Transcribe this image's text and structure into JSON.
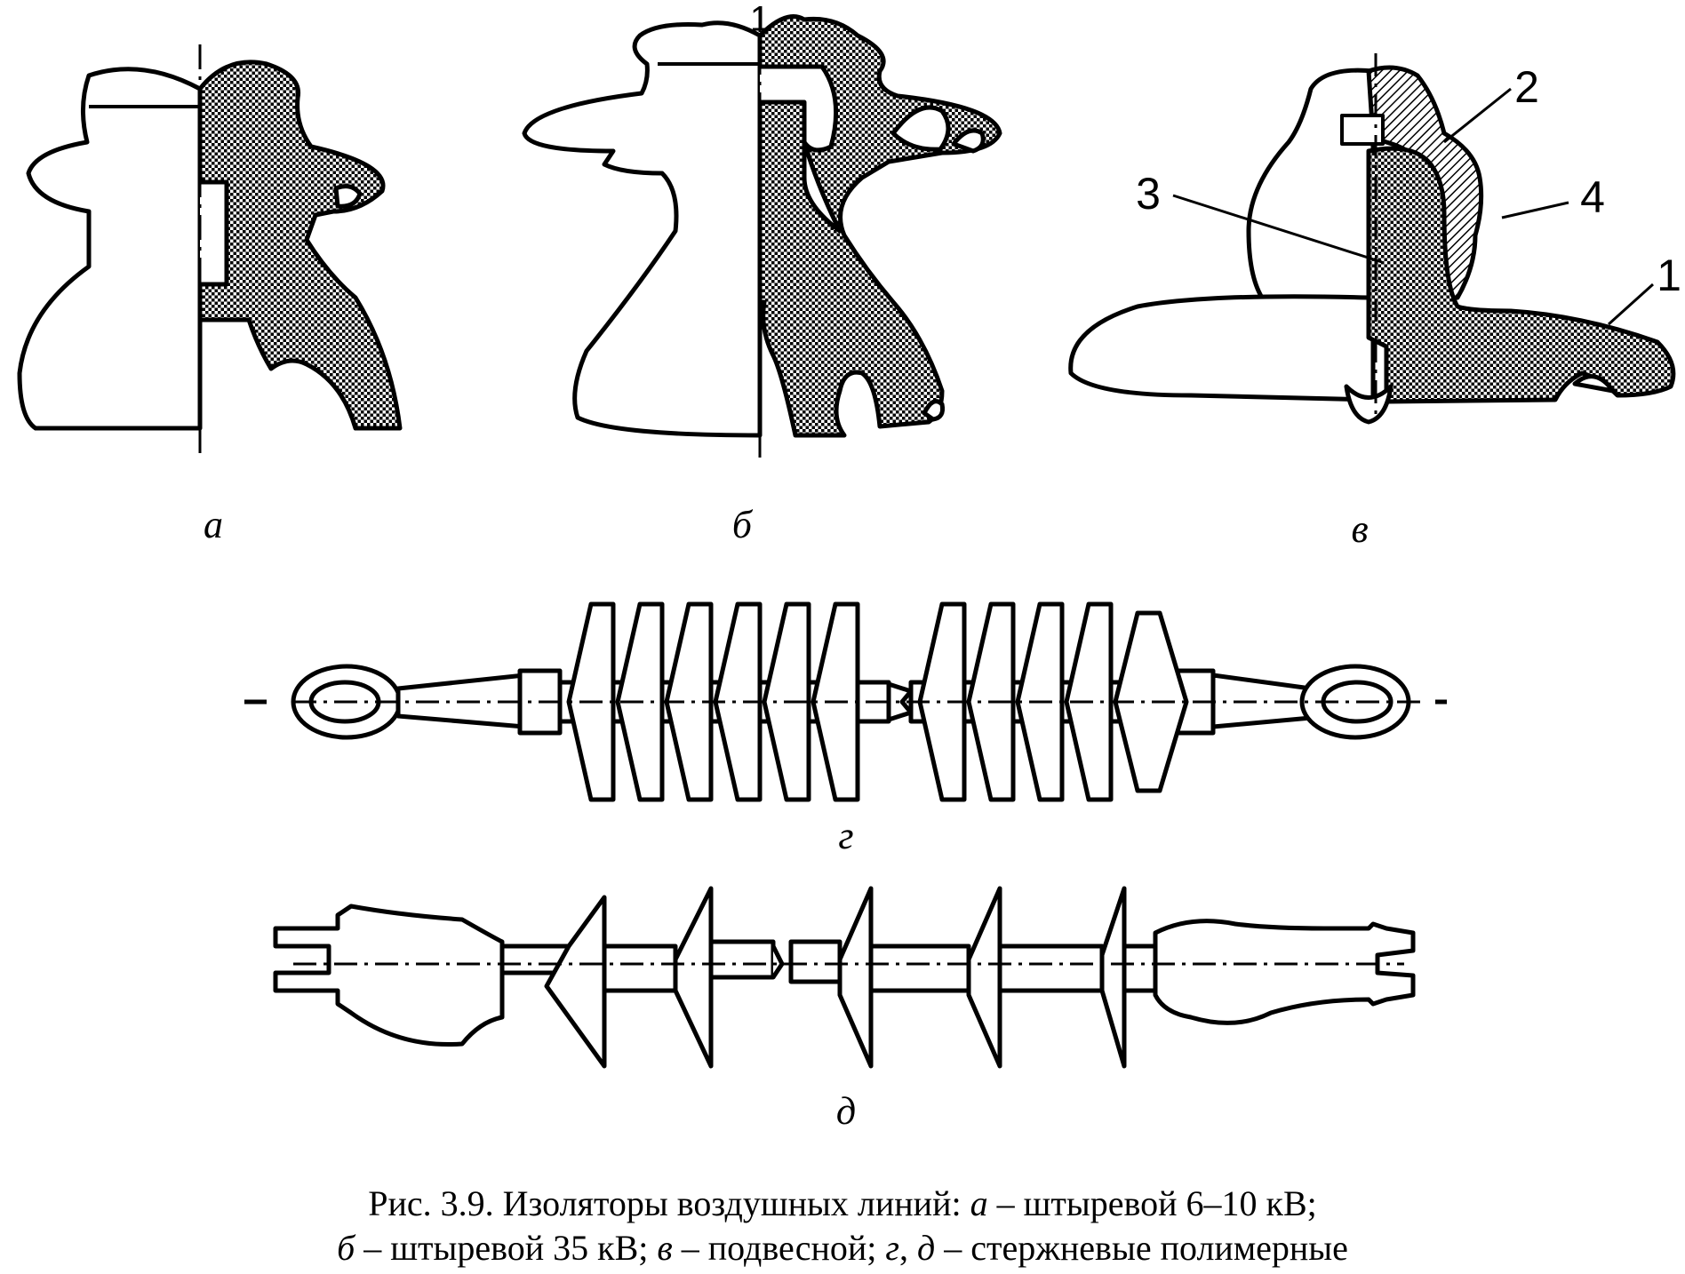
{
  "figure": {
    "sublabels": {
      "a": "а",
      "b": "б",
      "v": "в",
      "g": "г",
      "d": "д"
    },
    "callouts": [
      "1",
      "2",
      "3",
      "4",
      "1"
    ],
    "caption": {
      "line1": [
        {
          "t": "Рис. 3.9. Изоляторы воздушных линий: ",
          "i": false
        },
        {
          "t": "а",
          "i": true
        },
        {
          "t": " – штыревой 6–10 кВ;",
          "i": false
        }
      ],
      "line2": [
        {
          "t": "б",
          "i": true
        },
        {
          "t": " – штыревой 35 кВ; ",
          "i": false
        },
        {
          "t": "в",
          "i": true
        },
        {
          "t": " – подвесной; ",
          "i": false
        },
        {
          "t": "г",
          "i": true
        },
        {
          "t": ", ",
          "i": false
        },
        {
          "t": "д",
          "i": true
        },
        {
          "t": " – стержневые полимерные",
          "i": false
        }
      ]
    }
  }
}
